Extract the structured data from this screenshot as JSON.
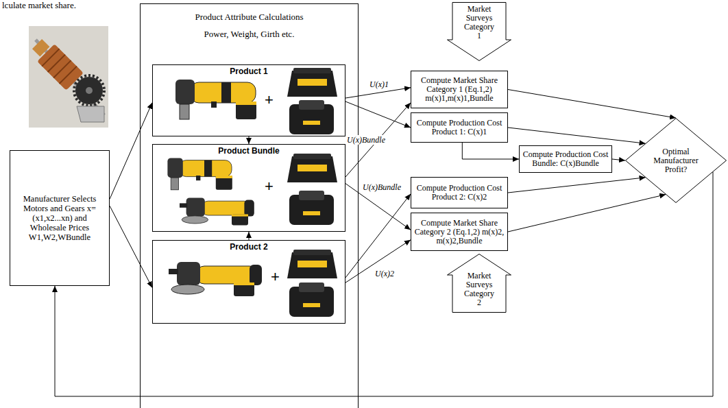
{
  "diagram": {
    "nodes": [
      {
        "text": [
          "Manufacturer Selects Motors and Gears x=(x1,x2...xn) and Wholesale Prices W1,W2,WBundle"
        ]
      },
      {
        "text": [
          "Product Attribute Calculations",
          "Power, Weight, Girth etc."
        ]
      },
      {
        "text": [
          "Product 1"
        ],
        "in": 1
      },
      {
        "text": [
          "Product Bundle"
        ],
        "in": 1
      },
      {
        "text": [
          "Product 2"
        ],
        "in": 1
      },
      {
        "text": [
          "Market Surveys Category 1"
        ]
      },
      {
        "text": [
          "Compute Market Share Category 1 (Eq.1,2) m(x)1,m(x)1,Bundle"
        ]
      },
      {
        "text": [
          "Compute Production Cost Product 1: C(x)1"
        ]
      },
      {
        "text": [
          "Compute Production Cost Product 2: C(x)2"
        ]
      },
      {
        "text": [
          "Compute Market Share Category 2 (Eq.1,2) m(x)2, m(x)2,Bundle"
        ]
      },
      {
        "text": [
          "Market Surveys Category 2"
        ]
      },
      {
        "text": [
          "Compute Production Cost Bundle: C(x)Bundle"
        ]
      },
      {
        "text": [
          "Optimal Manufacturer Profit?"
        ]
      }
    ],
    "edges": [
      {
        "from": 0,
        "to": 2,
        "arrow": "to"
      },
      {
        "from": 0,
        "to": 4,
        "arrow": "to"
      },
      {
        "from": 2,
        "to": 3,
        "arrow": "to"
      },
      {
        "from": 4,
        "to": 3,
        "arrow": "to"
      },
      {
        "from": 2,
        "to": 6,
        "label": "U(x)1",
        "arrow": "to"
      },
      {
        "from": 2,
        "to": 7,
        "arrow": "to"
      },
      {
        "from": 3,
        "to": 6,
        "label": "U(x)Bundle",
        "arrow": "to"
      },
      {
        "from": 3,
        "to": 9,
        "label": "U(x)Bundle",
        "arrow": "to"
      },
      {
        "from": 4,
        "to": 8,
        "arrow": "to"
      },
      {
        "from": 4,
        "to": 9,
        "label": "U(x)2",
        "arrow": "to"
      },
      {
        "from": 7,
        "to": 11,
        "arrow": "to"
      },
      {
        "from": 6,
        "to": 12,
        "arrow": "to"
      },
      {
        "from": 7,
        "to": 12,
        "arrow": "to"
      },
      {
        "from": 11,
        "to": 12,
        "arrow": "to"
      },
      {
        "from": 8,
        "to": 12,
        "arrow": "to"
      },
      {
        "from": 9,
        "to": 12,
        "arrow": "to"
      },
      {
        "from": 12,
        "to": 0,
        "arrow": "to"
      }
    ],
    "labels": [
      "lculate market share.",
      "+",
      "+",
      "+"
    ]
  }
}
